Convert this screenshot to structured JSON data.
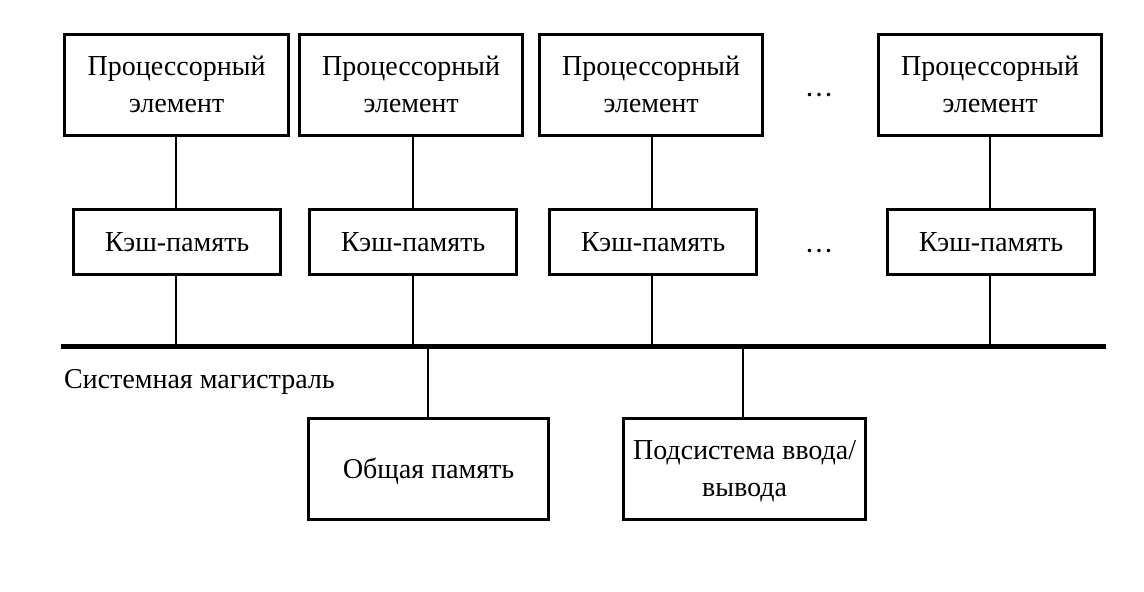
{
  "diagram": {
    "kind": "shared-memory multiprocessor architecture",
    "processor_elements": [
      {
        "label": "Процессорный элемент"
      },
      {
        "label": "Процессорный элемент"
      },
      {
        "label": "Процессорный элемент"
      },
      {
        "label": "Процессорный элемент"
      }
    ],
    "processor_row_ellipsis": "...",
    "caches": [
      {
        "label": "Кэш-память"
      },
      {
        "label": "Кэш-память"
      },
      {
        "label": "Кэш-память"
      },
      {
        "label": "Кэш-память"
      }
    ],
    "cache_row_ellipsis": "...",
    "bus_label": "Системная магистраль",
    "shared_memory_label": "Общая память",
    "io_subsystem_label": "Подсистема ввода/вывода",
    "colors": {
      "line": "#000000",
      "text": "#000000",
      "background": "#ffffff"
    }
  }
}
